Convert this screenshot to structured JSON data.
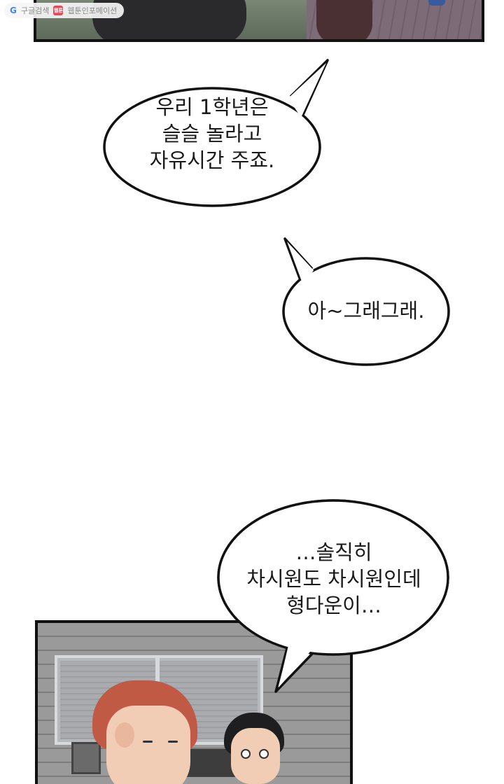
{
  "watermark": {
    "google": "G",
    "search_label": "구글검색",
    "webtoon_badge": "웹툰",
    "site_name": "웹툰인포메이션"
  },
  "bubbles": [
    {
      "lines": [
        "우리 1학년은",
        "슬슬 놀라고",
        "자유시간 주죠."
      ]
    },
    {
      "lines": [
        "아~그래그래."
      ]
    },
    {
      "lines": [
        "…솔직히",
        "차시원도 차시원인데",
        "형다운이…"
      ]
    }
  ],
  "colors": {
    "bubble_fill": "#ffffff",
    "bubble_stroke": "#111111",
    "panel_border": "#111111"
  },
  "icons": {
    "google": "google-logo-icon",
    "webtoon": "webtoon-logo-icon"
  }
}
